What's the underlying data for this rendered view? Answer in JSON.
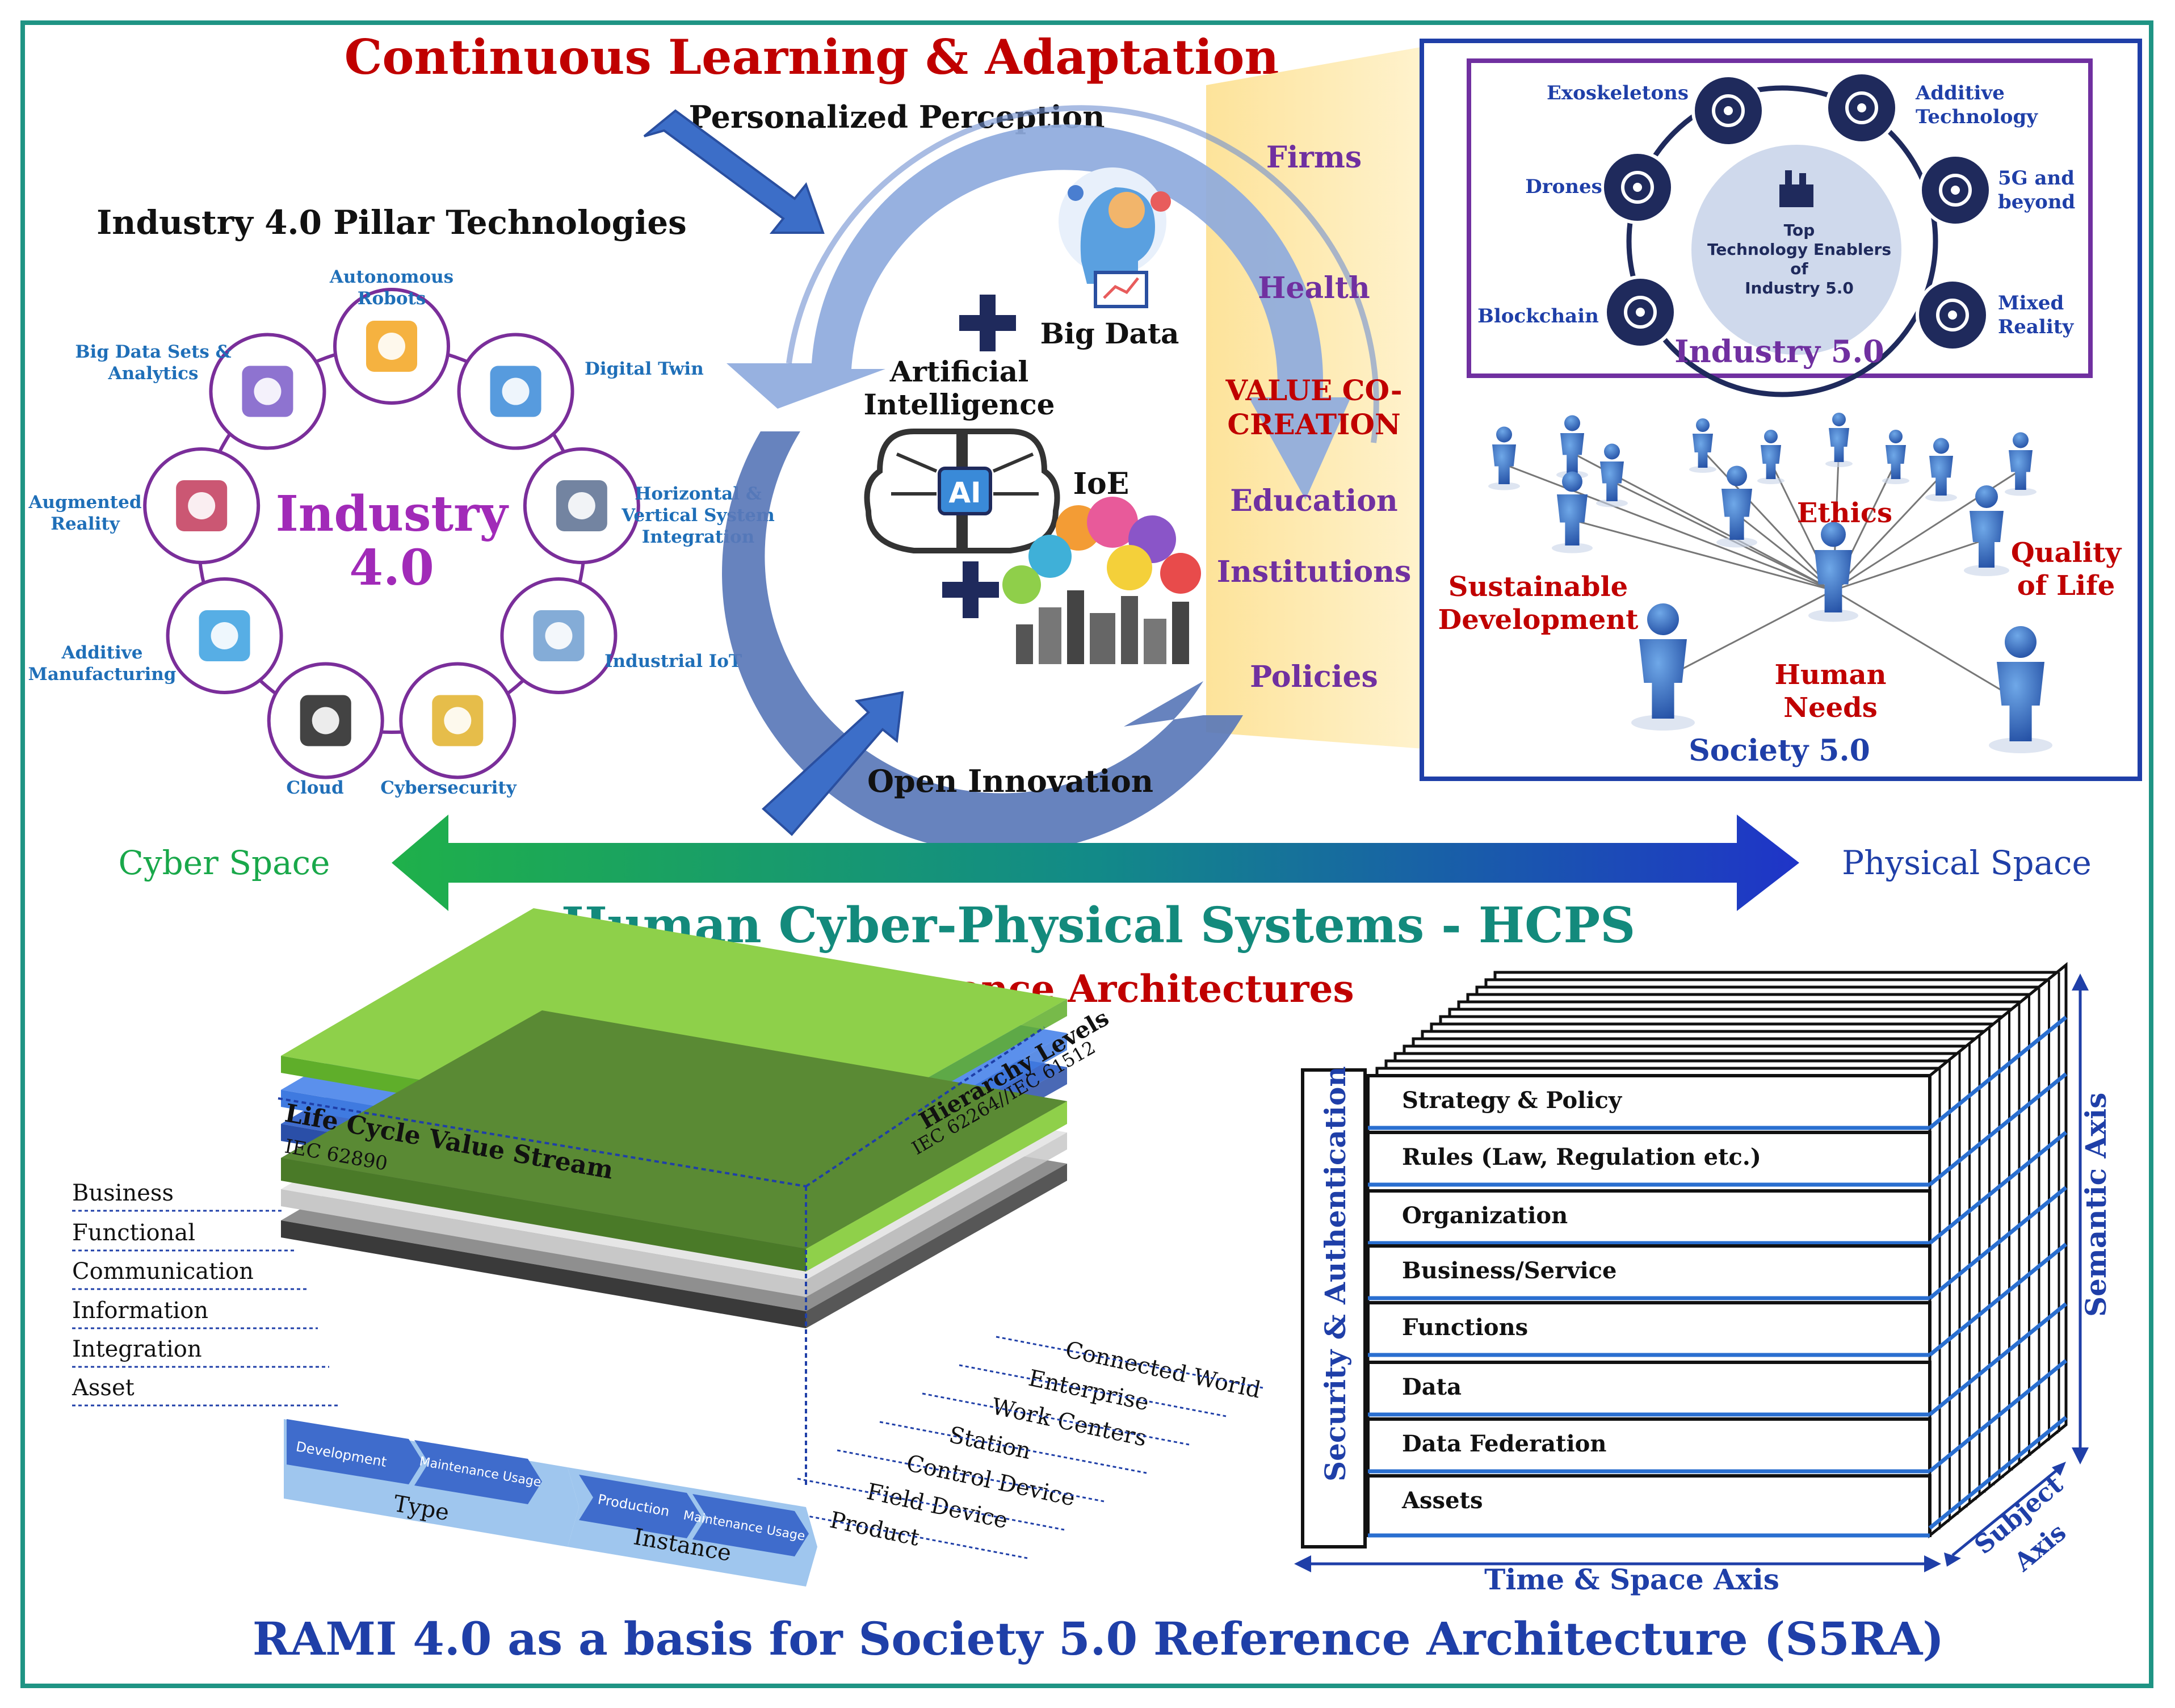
{
  "colors": {
    "frame": "#1f9484",
    "title_red": "#c00000",
    "blue_dark": "#1f3fa8",
    "teal": "#138a7c",
    "cyber_green": "#19a84a",
    "physical_blue": "#1f3fa8",
    "purple": "#7030a0",
    "magenta": "#a12ab8",
    "label_blue": "#1f6fb8",
    "navy": "#1f2a5c",
    "cream": "#fde6a0"
  },
  "top": {
    "title": "Continuous Learning & Adaptation",
    "personalized_perception": "Personalized Perception",
    "open_innovation": "Open Innovation"
  },
  "industry40": {
    "heading": "Industry 4.0 Pillar Technologies",
    "center_line1": "Industry",
    "center_line2": "4.0",
    "nodes": [
      {
        "label_lines": [
          "Autonomous",
          "Robots"
        ],
        "icon": "robot-arm-icon"
      },
      {
        "label_lines": [
          "Digital Twin"
        ],
        "icon": "digital-twin-icon"
      },
      {
        "label_lines": [
          "Horizontal &",
          "Vertical System",
          "Integration"
        ],
        "icon": "gears-icon"
      },
      {
        "label_lines": [
          "Industrial IoT"
        ],
        "icon": "factory-iot-icon"
      },
      {
        "label_lines": [
          "Cybersecurity"
        ],
        "icon": "lock-chip-icon"
      },
      {
        "label_lines": [
          "Cloud"
        ],
        "icon": "cloud-icon"
      },
      {
        "label_lines": [
          "Additive",
          "Manufacturing"
        ],
        "icon": "3d-printer-icon"
      },
      {
        "label_lines": [
          "Augmented",
          "Reality"
        ],
        "icon": "ar-icon"
      },
      {
        "label_lines": [
          "Big Data Sets &",
          "Analytics"
        ],
        "icon": "analytics-icon"
      }
    ]
  },
  "center": {
    "big_data": "Big Data",
    "ai_line1": "Artificial",
    "ai_line2": "Intelligence",
    "ai_chip": "AI",
    "ioe": "IoE"
  },
  "value": {
    "items": [
      "Firms",
      "Health",
      "Education",
      "Institutions",
      "Policies"
    ],
    "vc_line1": "VALUE CO-",
    "vc_line2": "CREATION"
  },
  "industry50": {
    "title": "Industry 5.0",
    "center_lines": [
      "Top",
      "Technology Enablers",
      "of",
      "Industry 5.0"
    ],
    "nodes": [
      {
        "label_lines": [
          "Exoskeletons"
        ],
        "icon": "exoskeleton-icon"
      },
      {
        "label_lines": [
          "Additive",
          "Technology"
        ],
        "icon": "additive-icon"
      },
      {
        "label_lines": [
          "5G and",
          "beyond"
        ],
        "icon": "network-5g-icon"
      },
      {
        "label_lines": [
          "Mixed",
          "Reality"
        ],
        "icon": "mixed-reality-icon"
      },
      {
        "label_lines": [
          "Blockchain"
        ],
        "icon": "blockchain-icon"
      },
      {
        "label_lines": [
          "Drones"
        ],
        "icon": "drone-icon"
      }
    ]
  },
  "society50": {
    "title": "Society 5.0",
    "ethics": "Ethics",
    "sustainable_line1": "Sustainable",
    "sustainable_line2": "Development",
    "quality_line1": "Quality",
    "quality_line2": "of Life",
    "needs_line1": "Human",
    "needs_line2": "Needs"
  },
  "hcps": {
    "cyber": "Cyber Space",
    "physical": "Physical Space",
    "title": "Human Cyber-Physical Systems - HCPS",
    "reference": "Reference Architectures"
  },
  "rami": {
    "layers": [
      "Business",
      "Functional",
      "Communication",
      "Information",
      "Integration",
      "Asset"
    ],
    "lifecycle_line1": "Life Cycle Value Stream",
    "lifecycle_line2": "IEC 62890",
    "hierarchy_line1": "Hierarchy Levels",
    "hierarchy_line2": "IEC 62264//IEC 61512",
    "hierarchy_items": [
      "Connected World",
      "Enterprise",
      "Work Centers",
      "Station",
      "Control Device",
      "Field Device",
      "Product"
    ],
    "type_label": "Type",
    "instance_label": "Instance",
    "type_steps": [
      "Development",
      "Maintenance Usage"
    ],
    "instance_steps": [
      "Production",
      "Maintenance Usage"
    ]
  },
  "s5ra": {
    "security": "Security & Authentication",
    "layers": [
      "Strategy & Policy",
      "Rules (Law, Regulation etc.)",
      "Organization",
      "Business/Service",
      "Functions",
      "Data",
      "Data Federation",
      "Assets"
    ],
    "semantic_axis": "Semantic Axis",
    "subject_line1": "Subject",
    "subject_line2": "Axis",
    "time_axis": "Time & Space Axis"
  },
  "footer": "RAMI 4.0 as a basis for Society 5.0 Reference Architecture (S5RA)"
}
